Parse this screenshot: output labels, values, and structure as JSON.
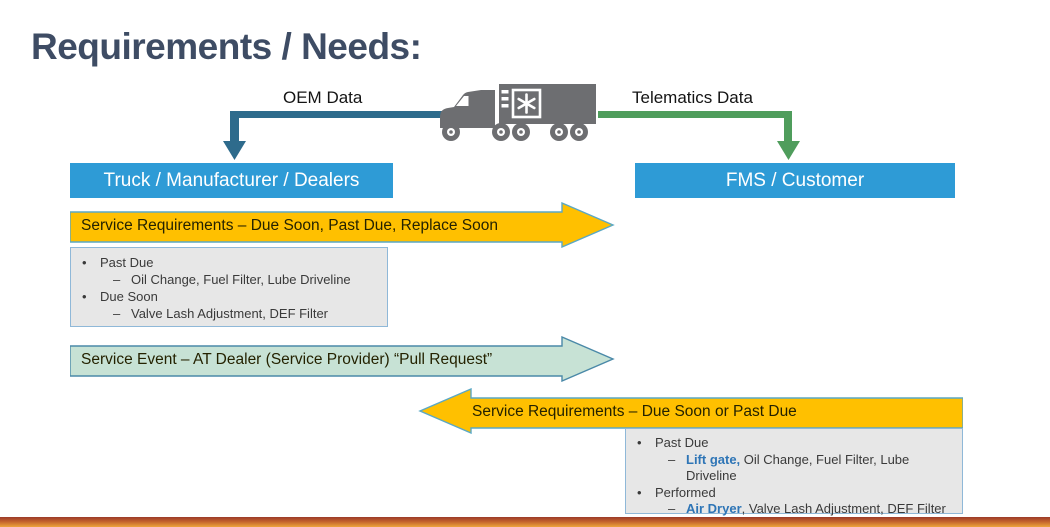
{
  "title": "Requirements / Needs:",
  "icons": {
    "truck": "refrigerated-semi-truck",
    "snowflake": "snowflake"
  },
  "data_flows": {
    "oem": {
      "label": "OEM Data",
      "arrow_color": "#2E6B8C"
    },
    "telematics": {
      "label": "Telematics Data",
      "arrow_color": "#4F9D5C"
    }
  },
  "entity_boxes": {
    "left": {
      "label": "Truck / Manufacturer / Dealers",
      "bg": "#2E9BD6"
    },
    "right": {
      "label": "FMS / Customer",
      "bg": "#2E9BD6"
    }
  },
  "flow_arrows": {
    "to_right_1": {
      "label": "Service Requirements – Due Soon, Past Due, Replace Soon",
      "direction": "right",
      "fill": "#FFC000",
      "border": "#5BA8C4"
    },
    "to_right_2": {
      "label": "Service Event – AT Dealer (Service Provider) “Pull Request”",
      "direction": "right",
      "fill": "#C7E2D5",
      "border": "#4A89A8"
    },
    "to_left": {
      "label": "Service Requirements – Due Soon or Past Due",
      "direction": "left",
      "fill": "#FFC000",
      "border": "#5BA8C4"
    }
  },
  "detail_boxes": {
    "left": {
      "lines": [
        {
          "marker": "•",
          "text": "Past Due"
        },
        {
          "marker": "–",
          "text": "Oil Change, Fuel Filter, Lube Driveline"
        },
        {
          "marker": "•",
          "text": "Due Soon"
        },
        {
          "marker": "–",
          "text": "Valve Lash Adjustment, DEF Filter"
        }
      ]
    },
    "right": {
      "lines": [
        {
          "marker": "•",
          "text": "Past Due"
        },
        {
          "marker": "–",
          "highlight": "Lift gate,",
          "text": " Oil Change, Fuel Filter, Lube Driveline"
        },
        {
          "marker": "•",
          "text": "Performed"
        },
        {
          "marker": "–",
          "highlight": "Air Dryer",
          "text": ", Valve Lash Adjustment, DEF Filter"
        }
      ]
    }
  },
  "footer_bar": {
    "gradient": [
      "#9C3A28",
      "#C4652E",
      "#EDA43C"
    ]
  }
}
